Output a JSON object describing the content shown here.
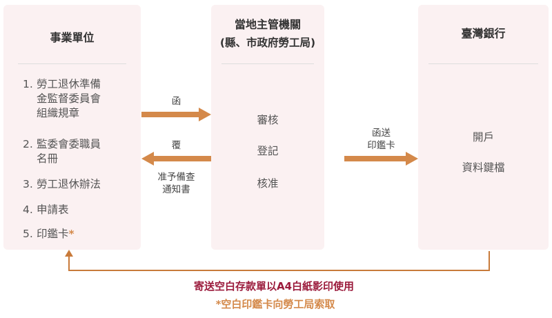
{
  "employer": {
    "title": "事業單位",
    "items": [
      {
        "num": "1.",
        "lines": [
          "勞工退休準備",
          "金監督委員會",
          "組織規章"
        ]
      },
      {
        "num": "2.",
        "lines": [
          "監委會委職員",
          "名冊"
        ]
      },
      {
        "num": "3.",
        "lines": [
          "勞工退休辦法"
        ]
      },
      {
        "num": "4.",
        "lines": [
          "申請表"
        ]
      },
      {
        "num": "5.",
        "lines": [
          "印鑑卡"
        ],
        "star": "*"
      }
    ]
  },
  "authority": {
    "title_line1": "當地主管機關",
    "title_line2": "(縣、市政府勞工局)",
    "steps": [
      "審核",
      "登記",
      "核准"
    ]
  },
  "bank": {
    "title": "臺灣銀行",
    "steps": [
      "開戶",
      "資料鍵檔"
    ]
  },
  "arrows": {
    "to_authority": "函",
    "to_employer": "覆",
    "to_employer_sub_1": "准予備查",
    "to_employer_sub_2": "通知書",
    "to_bank_1": "函送",
    "to_bank_2": "印鑑卡"
  },
  "notes": {
    "main": "寄送空白存款單以A4白紙影印使用",
    "sub": "*空白印鑑卡向勞工局索取"
  },
  "colors": {
    "arrow": "#d4894a",
    "line": "#c87a3a",
    "note_main": "#9b1b3c",
    "box": "#fbf1f2"
  }
}
